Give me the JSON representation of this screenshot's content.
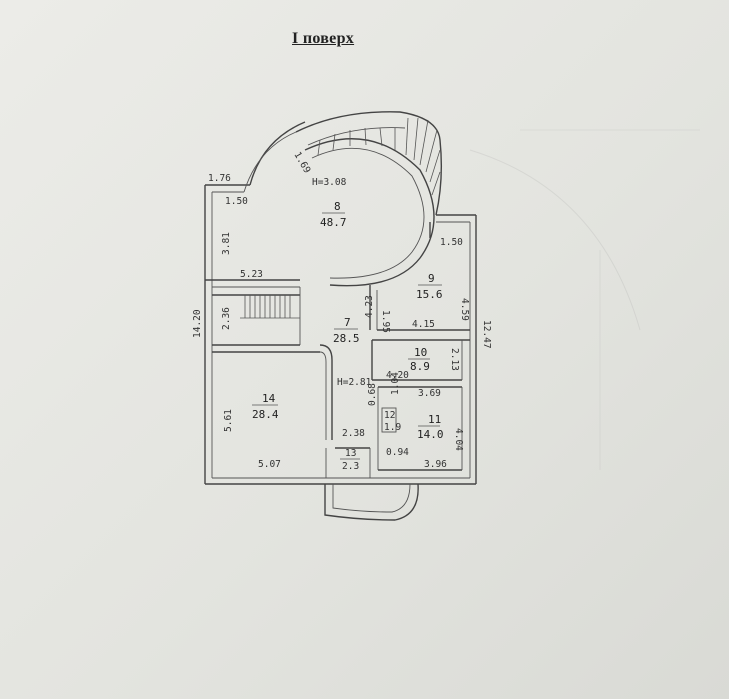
{
  "title": "I поверх",
  "rooms": [
    {
      "id": "r8",
      "number": "8",
      "area": "48.7"
    },
    {
      "id": "r9",
      "number": "9",
      "area": "15.6"
    },
    {
      "id": "r7",
      "number": "7",
      "area": "28.5"
    },
    {
      "id": "r10",
      "number": "10",
      "area": "8.9"
    },
    {
      "id": "r11",
      "number": "11",
      "area": "14.0"
    },
    {
      "id": "r12",
      "number": "12",
      "area": "1.9"
    },
    {
      "id": "r13",
      "number": "13",
      "area": "2.3"
    },
    {
      "id": "r14",
      "number": "14",
      "area": "28.4"
    }
  ],
  "dimensions": {
    "d176": "1.76",
    "d169": "1.69",
    "h308": "H=3.08",
    "d150a": "1.50",
    "d381": "3.81",
    "d523": "5.23",
    "d150b": "1.50",
    "d459": "4.59",
    "d1420": "14.20",
    "d236": "2.36",
    "d195": "1.95",
    "d423": "4.23",
    "d415": "4.15",
    "d1247": "12.47",
    "d213": "2.13",
    "d420": "4.20",
    "h281": "H=2.81",
    "d369": "3.69",
    "d068": "0.68",
    "d104": "1.04",
    "d561": "5.61",
    "d238": "2.38",
    "d404": "4.04",
    "d094": "0.94",
    "d507": "5.07",
    "d396": "3.96"
  }
}
